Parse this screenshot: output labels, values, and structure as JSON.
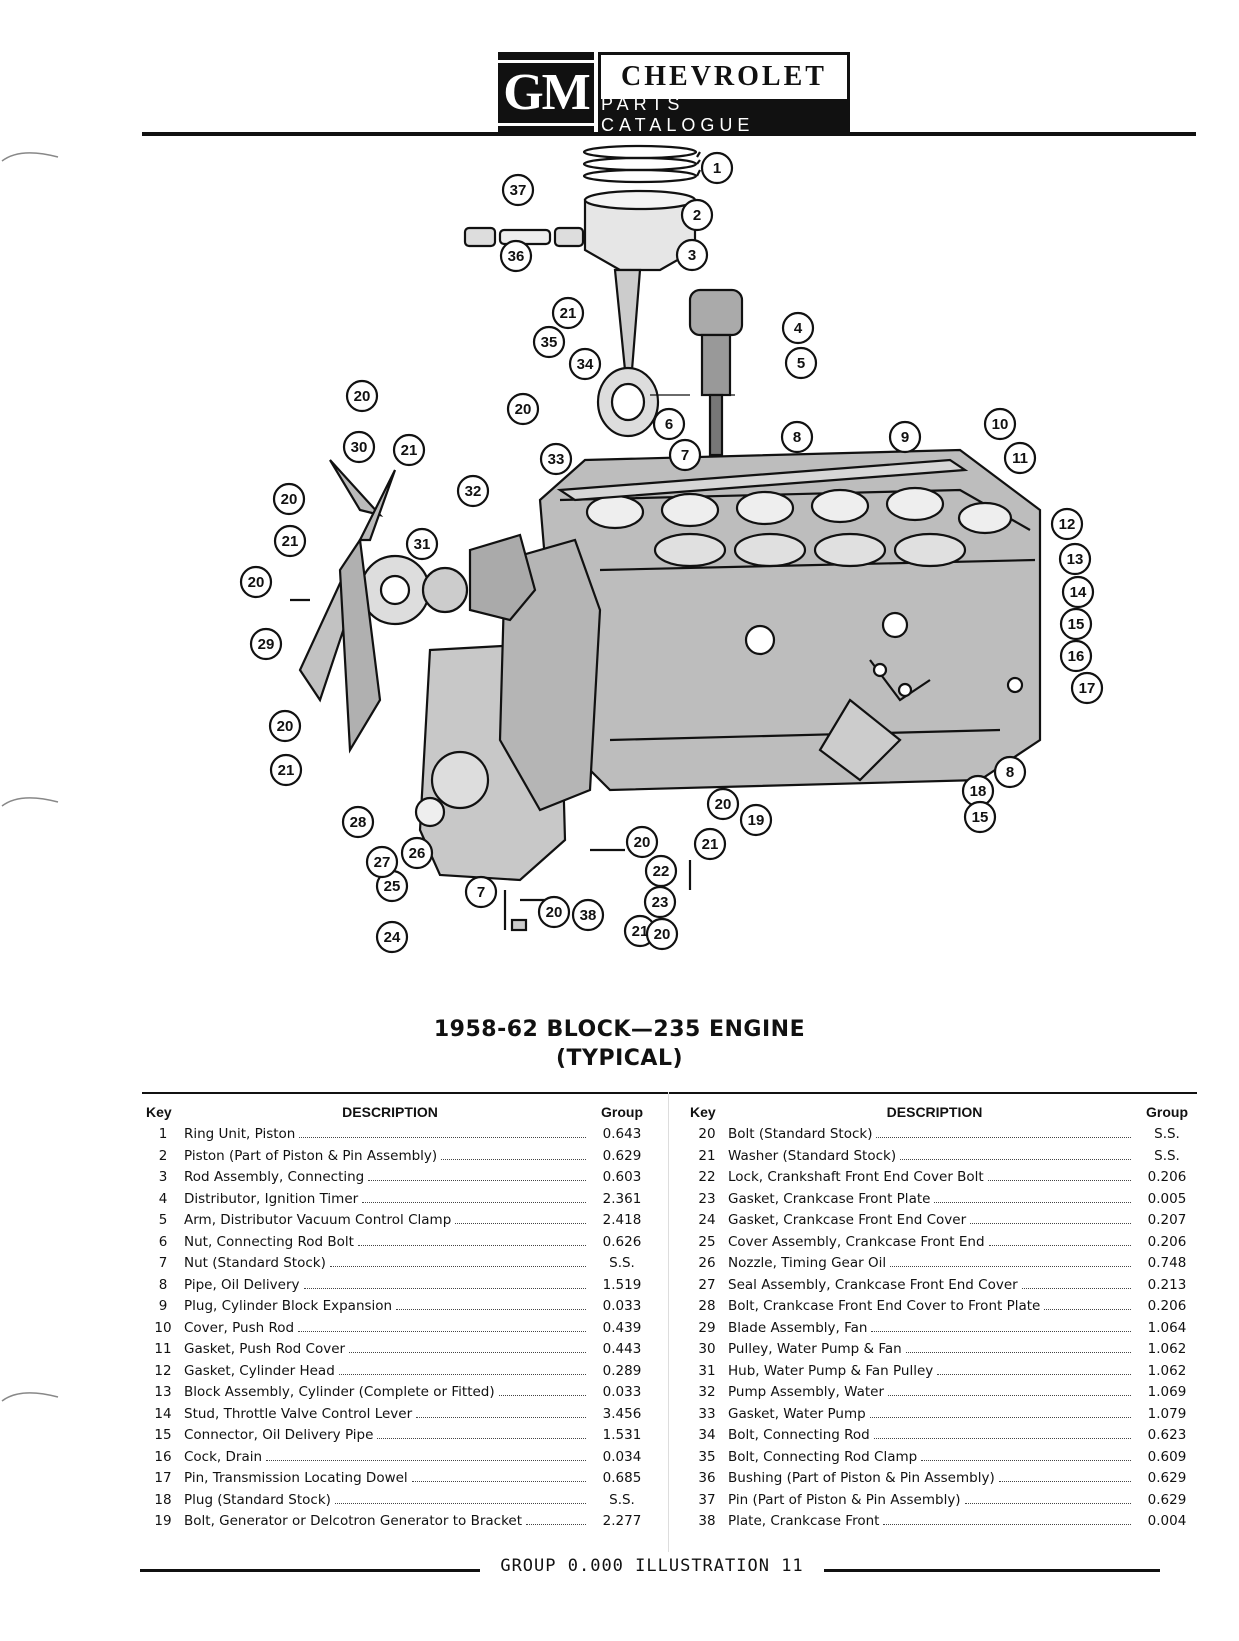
{
  "header": {
    "logo": "GM",
    "brand": "CHEVROLET",
    "subtitle": "PARTS CATALOGUE"
  },
  "diagram": {
    "callouts": [
      "1",
      "2",
      "3",
      "4",
      "5",
      "6",
      "7",
      "8",
      "9",
      "10",
      "11",
      "12",
      "13",
      "14",
      "15",
      "16",
      "17",
      "18",
      "8",
      "15",
      "19",
      "20",
      "21",
      "20",
      "22",
      "23",
      "20",
      "21",
      "20",
      "38",
      "24",
      "25",
      "26",
      "27",
      "28",
      "7",
      "21",
      "20",
      "29",
      "20",
      "21",
      "20",
      "31",
      "30",
      "20",
      "21",
      "32",
      "33",
      "20",
      "35",
      "21",
      "34",
      "37",
      "36"
    ]
  },
  "title": {
    "line1": "1958-62 BLOCK—235 ENGINE",
    "line2": "(TYPICAL)"
  },
  "table": {
    "headers": {
      "key": "Key",
      "description": "DESCRIPTION",
      "group": "Group"
    },
    "left": [
      {
        "key": "1",
        "description": "Ring Unit, Piston",
        "group": "0.643"
      },
      {
        "key": "2",
        "description": "Piston (Part of Piston & Pin Assembly)",
        "group": "0.629"
      },
      {
        "key": "3",
        "description": "Rod Assembly, Connecting",
        "group": "0.603"
      },
      {
        "key": "4",
        "description": "Distributor, Ignition Timer",
        "group": "2.361"
      },
      {
        "key": "5",
        "description": "Arm, Distributor Vacuum Control Clamp",
        "group": "2.418"
      },
      {
        "key": "6",
        "description": "Nut, Connecting Rod Bolt",
        "group": "0.626"
      },
      {
        "key": "7",
        "description": "Nut (Standard Stock)",
        "group": "S.S."
      },
      {
        "key": "8",
        "description": "Pipe, Oil Delivery",
        "group": "1.519"
      },
      {
        "key": "9",
        "description": "Plug, Cylinder Block Expansion",
        "group": "0.033"
      },
      {
        "key": "10",
        "description": "Cover, Push Rod",
        "group": "0.439"
      },
      {
        "key": "11",
        "description": "Gasket, Push Rod Cover",
        "group": "0.443"
      },
      {
        "key": "12",
        "description": "Gasket, Cylinder Head",
        "group": "0.289"
      },
      {
        "key": "13",
        "description": "Block Assembly, Cylinder (Complete or Fitted)",
        "group": "0.033"
      },
      {
        "key": "14",
        "description": "Stud, Throttle Valve Control Lever",
        "group": "3.456"
      },
      {
        "key": "15",
        "description": "Connector, Oil Delivery Pipe",
        "group": "1.531"
      },
      {
        "key": "16",
        "description": "Cock, Drain",
        "group": "0.034"
      },
      {
        "key": "17",
        "description": "Pin, Transmission Locating Dowel",
        "group": "0.685"
      },
      {
        "key": "18",
        "description": "Plug (Standard Stock)",
        "group": "S.S."
      },
      {
        "key": "19",
        "description": "Bolt, Generator or Delcotron Generator to Bracket",
        "group": "2.277"
      }
    ],
    "right": [
      {
        "key": "20",
        "description": "Bolt (Standard Stock)",
        "group": "S.S."
      },
      {
        "key": "21",
        "description": "Washer (Standard Stock)",
        "group": "S.S."
      },
      {
        "key": "22",
        "description": "Lock, Crankshaft Front End Cover Bolt",
        "group": "0.206"
      },
      {
        "key": "23",
        "description": "Gasket, Crankcase Front Plate",
        "group": "0.005"
      },
      {
        "key": "24",
        "description": "Gasket, Crankcase Front End Cover",
        "group": "0.207"
      },
      {
        "key": "25",
        "description": "Cover Assembly, Crankcase Front End",
        "group": "0.206"
      },
      {
        "key": "26",
        "description": "Nozzle, Timing Gear Oil",
        "group": "0.748"
      },
      {
        "key": "27",
        "description": "Seal Assembly, Crankcase Front End Cover",
        "group": "0.213"
      },
      {
        "key": "28",
        "description": "Bolt, Crankcase Front End Cover to Front Plate",
        "group": "0.206"
      },
      {
        "key": "29",
        "description": "Blade Assembly, Fan",
        "group": "1.064"
      },
      {
        "key": "30",
        "description": "Pulley, Water Pump & Fan",
        "group": "1.062"
      },
      {
        "key": "31",
        "description": "Hub, Water Pump & Fan Pulley",
        "group": "1.062"
      },
      {
        "key": "32",
        "description": "Pump Assembly, Water",
        "group": "1.069"
      },
      {
        "key": "33",
        "description": "Gasket, Water Pump",
        "group": "1.079"
      },
      {
        "key": "34",
        "description": "Bolt, Connecting Rod",
        "group": "0.623"
      },
      {
        "key": "35",
        "description": "Bolt, Connecting Rod Clamp",
        "group": "0.609"
      },
      {
        "key": "36",
        "description": "Bushing (Part of Piston & Pin Assembly)",
        "group": "0.629"
      },
      {
        "key": "37",
        "description": "Pin (Part of Piston & Pin Assembly)",
        "group": "0.629"
      },
      {
        "key": "38",
        "description": "Plate, Crankcase Front",
        "group": "0.004"
      }
    ]
  },
  "footer": {
    "text": "GROUP 0.000 ILLUSTRATION 11"
  }
}
